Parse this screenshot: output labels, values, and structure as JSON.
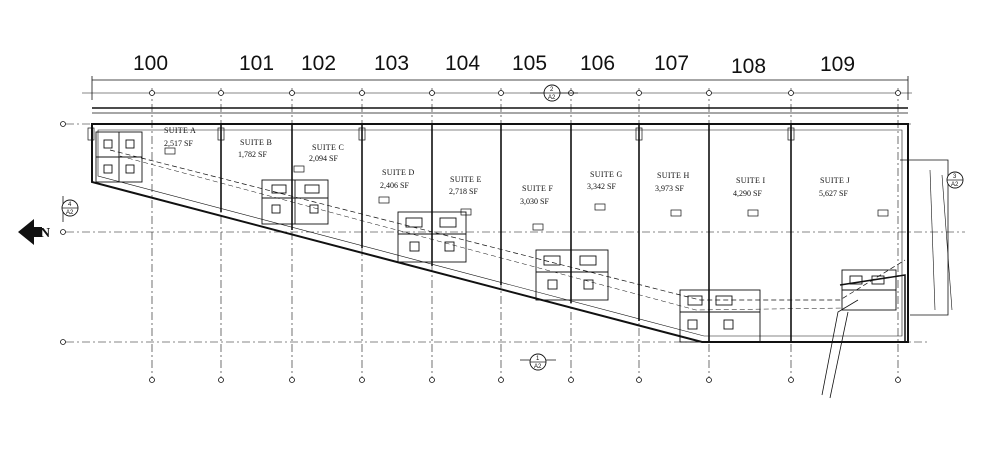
{
  "unit_numbers": [
    "100",
    "101",
    "102",
    "103",
    "104",
    "105",
    "106",
    "107",
    "108",
    "109"
  ],
  "suites": [
    {
      "name": "SUITE A",
      "area": "2,517 SF"
    },
    {
      "name": "SUITE B",
      "area": "1,782 SF"
    },
    {
      "name": "SUITE C",
      "area": "2,094 SF"
    },
    {
      "name": "SUITE D",
      "area": "2,406 SF"
    },
    {
      "name": "SUITE E",
      "area": "2,718 SF"
    },
    {
      "name": "SUITE F",
      "area": "3,030 SF"
    },
    {
      "name": "SUITE G",
      "area": "3,342 SF"
    },
    {
      "name": "SUITE H",
      "area": "3,973 SF"
    },
    {
      "name": "SUITE I",
      "area": "4,290 SF"
    },
    {
      "name": "SUITE J",
      "area": "5,627 SF"
    }
  ],
  "north_arrow": {
    "letter": "N"
  },
  "section_tags": [
    {
      "number": "2",
      "sheet": "A2"
    },
    {
      "number": "4",
      "sheet": "A2"
    },
    {
      "number": "3",
      "sheet": "A2"
    },
    {
      "number": "1",
      "sheet": "A2"
    }
  ],
  "colors": {
    "ink": "#111111",
    "background": "#ffffff"
  }
}
